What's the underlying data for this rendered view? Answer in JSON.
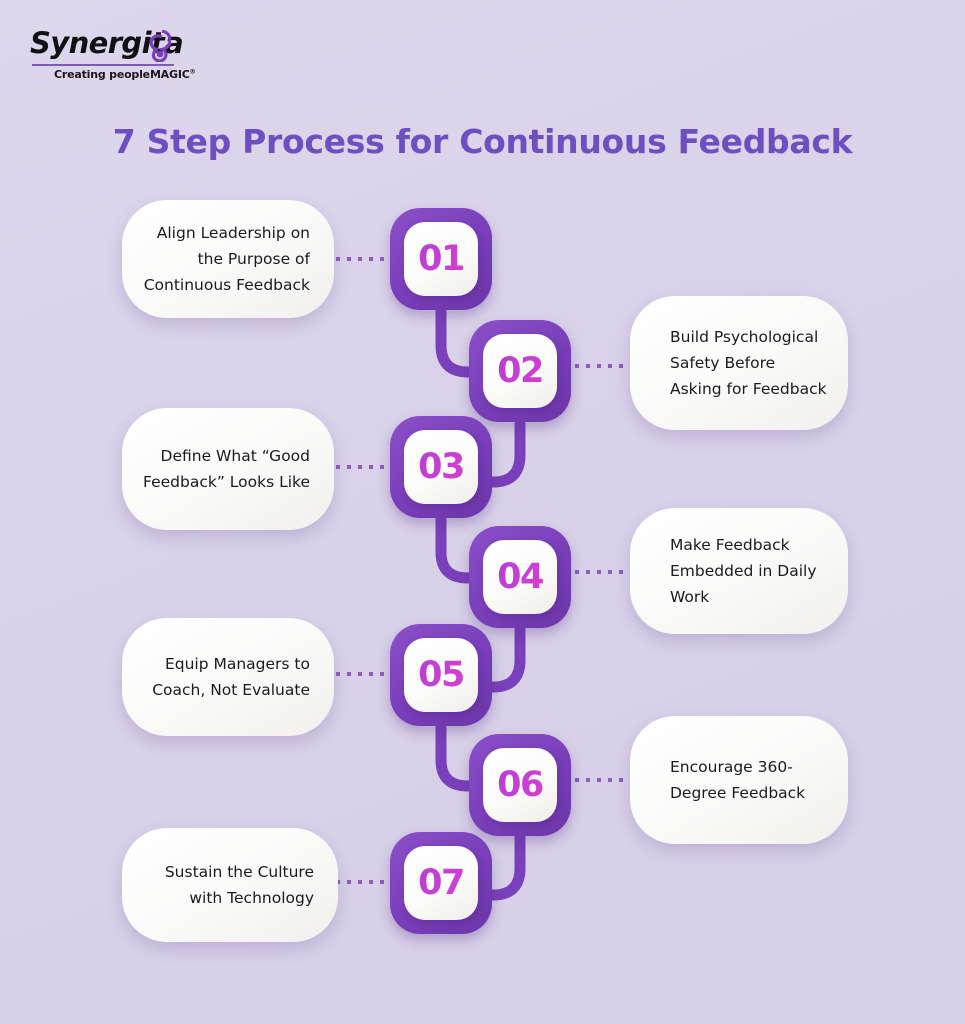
{
  "brand": {
    "name": "Synergita",
    "tagline": "Creating peopleMAGIC",
    "trademark": "®",
    "swirl_icon": "swirl-icon"
  },
  "header": {
    "title": "7 Step Process for Continuous Feedback"
  },
  "colors": {
    "background": "#d9d2e9",
    "title": "#6c4fc1",
    "badge_outer": "#7a3fba",
    "badge_number": "#c23fd2",
    "card_background": "#fafaf9",
    "card_text": "#1b1b1f",
    "connector": "#7a3fba",
    "dots": "#8a5cc4"
  },
  "steps": [
    {
      "number": "01",
      "label": "Align Leadership on the Purpose of Continuous Feedback",
      "side": "left"
    },
    {
      "number": "02",
      "label": "Build Psychological Safety Before Asking for Feedback",
      "side": "right"
    },
    {
      "number": "03",
      "label": "Define What “Good Feedback” Looks Like",
      "side": "left"
    },
    {
      "number": "04",
      "label": "Make Feedback Embedded in Daily Work",
      "side": "right"
    },
    {
      "number": "05",
      "label": "Equip Managers to Coach, Not Evaluate",
      "side": "left"
    },
    {
      "number": "06",
      "label": "Encourage 360-Degree Feedback",
      "side": "right"
    },
    {
      "number": "07",
      "label": "Sustain the Culture with Technology",
      "side": "left"
    }
  ]
}
